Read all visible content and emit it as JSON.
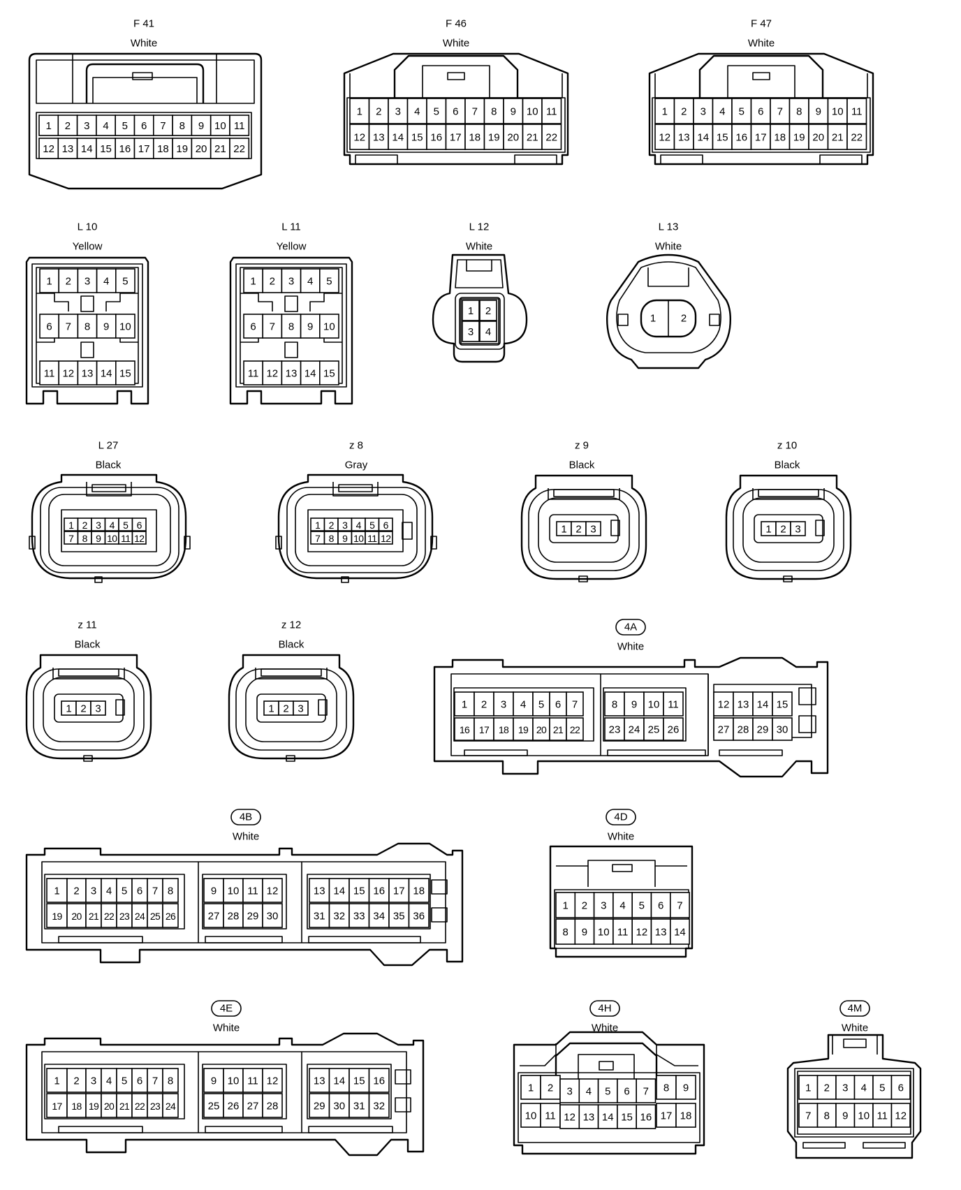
{
  "connectors": [
    {
      "id": "F41",
      "code": "F 41",
      "circled": false,
      "color": "White",
      "pins": [
        1,
        2,
        3,
        4,
        5,
        6,
        7,
        8,
        9,
        10,
        11,
        12,
        13,
        14,
        15,
        16,
        17,
        18,
        19,
        20,
        21,
        22
      ]
    },
    {
      "id": "F46",
      "code": "F 46",
      "circled": false,
      "color": "White",
      "pins": [
        1,
        2,
        3,
        4,
        5,
        6,
        7,
        8,
        9,
        10,
        11,
        12,
        13,
        14,
        15,
        16,
        17,
        18,
        19,
        20,
        21,
        22
      ]
    },
    {
      "id": "F47",
      "code": "F 47",
      "circled": false,
      "color": "White",
      "pins": [
        1,
        2,
        3,
        4,
        5,
        6,
        7,
        8,
        9,
        10,
        11,
        12,
        13,
        14,
        15,
        16,
        17,
        18,
        19,
        20,
        21,
        22
      ]
    },
    {
      "id": "L10",
      "code": "L 10",
      "circled": false,
      "color": "Yellow",
      "pins": [
        1,
        2,
        3,
        4,
        5,
        6,
        7,
        8,
        9,
        10,
        11,
        12,
        13,
        14,
        15
      ]
    },
    {
      "id": "L11",
      "code": "L 11",
      "circled": false,
      "color": "Yellow",
      "pins": [
        1,
        2,
        3,
        4,
        5,
        6,
        7,
        8,
        9,
        10,
        11,
        12,
        13,
        14,
        15
      ]
    },
    {
      "id": "L12",
      "code": "L 12",
      "circled": false,
      "color": "White",
      "pins": [
        1,
        2,
        3,
        4
      ]
    },
    {
      "id": "L13",
      "code": "L 13",
      "circled": false,
      "color": "White",
      "pins": [
        1,
        2
      ]
    },
    {
      "id": "L27",
      "code": "L 27",
      "circled": false,
      "color": "Black",
      "pins": [
        1,
        2,
        3,
        4,
        5,
        6,
        7,
        8,
        9,
        10,
        11,
        12
      ]
    },
    {
      "id": "z8",
      "code": "z 8",
      "circled": false,
      "color": "Gray",
      "pins": [
        1,
        2,
        3,
        4,
        5,
        6,
        7,
        8,
        9,
        10,
        11,
        12
      ]
    },
    {
      "id": "z9",
      "code": "z 9",
      "circled": false,
      "color": "Black",
      "pins": [
        1,
        2,
        3
      ]
    },
    {
      "id": "z10",
      "code": "z 10",
      "circled": false,
      "color": "Black",
      "pins": [
        1,
        2,
        3
      ]
    },
    {
      "id": "z11",
      "code": "z 11",
      "circled": false,
      "color": "Black",
      "pins": [
        1,
        2,
        3
      ]
    },
    {
      "id": "z12",
      "code": "z 12",
      "circled": false,
      "color": "Black",
      "pins": [
        1,
        2,
        3
      ]
    },
    {
      "id": "4A",
      "code": "4A",
      "circled": true,
      "color": "White",
      "pins": [
        1,
        2,
        3,
        4,
        5,
        6,
        7,
        8,
        9,
        10,
        11,
        12,
        13,
        14,
        15,
        16,
        17,
        18,
        19,
        20,
        21,
        22,
        23,
        24,
        25,
        26,
        27,
        28,
        29,
        30
      ]
    },
    {
      "id": "4B",
      "code": "4B",
      "circled": true,
      "color": "White",
      "pins": [
        1,
        2,
        3,
        4,
        5,
        6,
        7,
        8,
        9,
        10,
        11,
        12,
        13,
        14,
        15,
        16,
        17,
        18,
        19,
        20,
        21,
        22,
        23,
        24,
        25,
        26,
        27,
        28,
        29,
        30,
        31,
        32,
        33,
        34,
        35,
        36
      ]
    },
    {
      "id": "4D",
      "code": "4D",
      "circled": true,
      "color": "White",
      "pins": [
        1,
        2,
        3,
        4,
        5,
        6,
        7,
        8,
        9,
        10,
        11,
        12,
        13,
        14
      ]
    },
    {
      "id": "4E",
      "code": "4E",
      "circled": true,
      "color": "White",
      "pins": [
        1,
        2,
        3,
        4,
        5,
        6,
        7,
        8,
        9,
        10,
        11,
        12,
        13,
        14,
        15,
        16,
        17,
        18,
        19,
        20,
        21,
        22,
        23,
        24,
        25,
        26,
        27,
        28,
        29,
        30,
        31,
        32
      ]
    },
    {
      "id": "4H",
      "code": "4H",
      "circled": true,
      "color": "White",
      "pins": [
        1,
        2,
        3,
        4,
        5,
        6,
        7,
        8,
        9,
        10,
        11,
        12,
        13,
        14,
        15,
        16,
        17,
        18
      ]
    },
    {
      "id": "4M",
      "code": "4M",
      "circled": true,
      "color": "White",
      "pins": [
        1,
        2,
        3,
        4,
        5,
        6,
        7,
        8,
        9,
        10,
        11,
        12
      ]
    }
  ]
}
